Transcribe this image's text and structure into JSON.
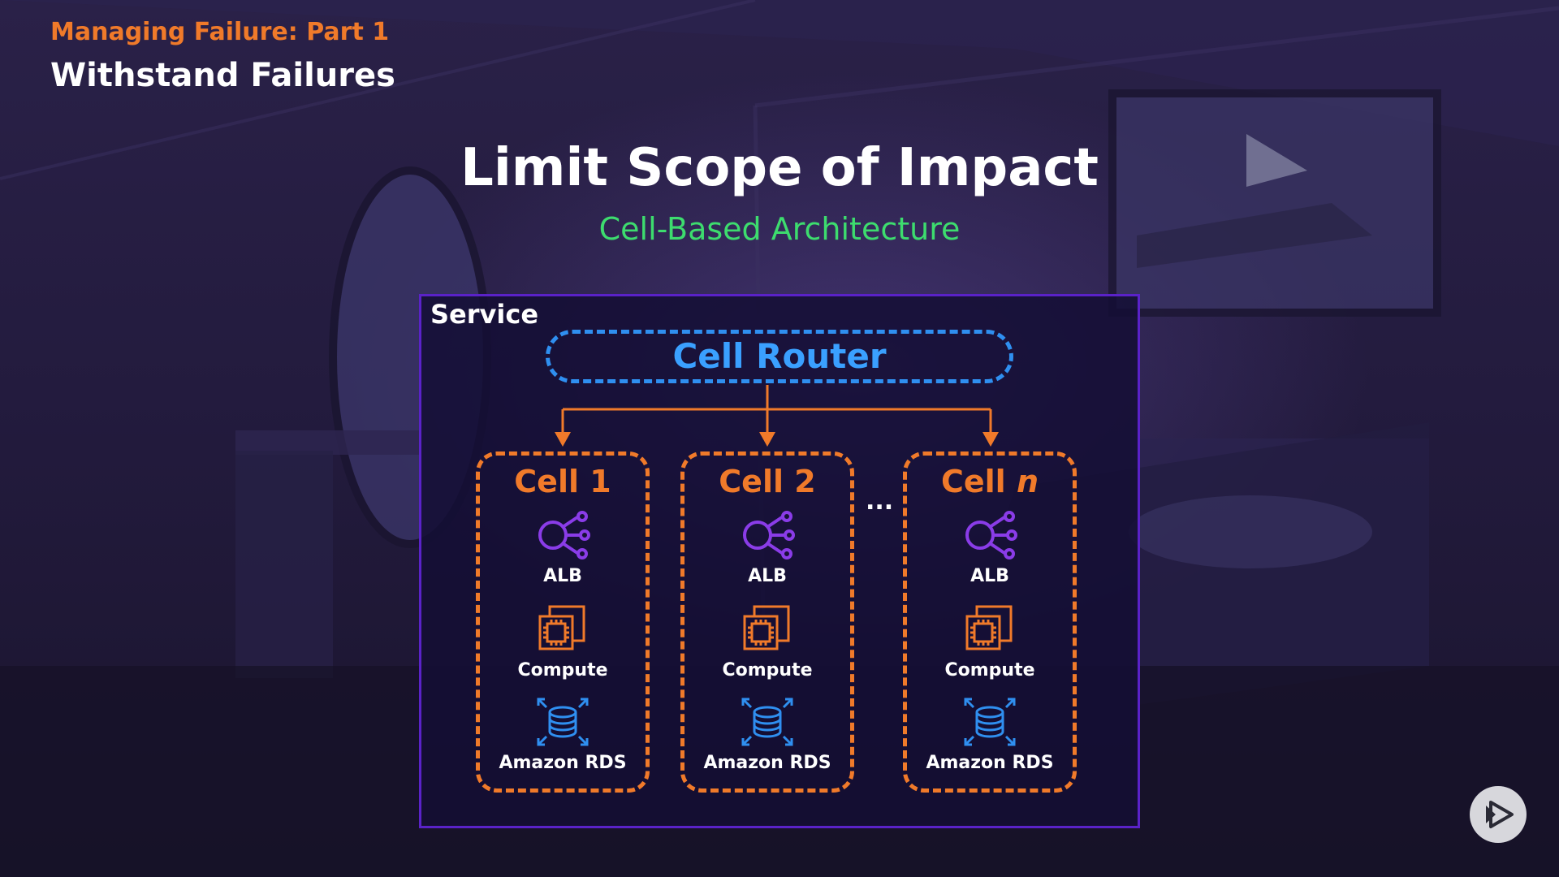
{
  "header": {
    "course_part": "Managing Failure: Part 1",
    "module_title": "Withstand Failures"
  },
  "slide": {
    "title": "Limit Scope of Impact",
    "subtitle": "Cell-Based Architecture"
  },
  "diagram": {
    "container_label": "Service",
    "router_label": "Cell Router",
    "ellipsis": "...",
    "cells": [
      {
        "name": "Cell 1",
        "name_prefix": "Cell ",
        "name_suffix": "1",
        "lb": "ALB",
        "compute": "Compute",
        "db": "Amazon RDS"
      },
      {
        "name": "Cell 2",
        "name_prefix": "Cell ",
        "name_suffix": "2",
        "lb": "ALB",
        "compute": "Compute",
        "db": "Amazon RDS"
      },
      {
        "name": "Cell n",
        "name_prefix": "Cell ",
        "name_suffix": "n",
        "lb": "ALB",
        "compute": "Compute",
        "db": "Amazon RDS"
      }
    ]
  },
  "colors": {
    "accent_orange": "#f07a2a",
    "router_blue": "#3aa0ff",
    "subtitle_green": "#3ddc6e",
    "service_border_purple": "#5a22c8",
    "alb_purple": "#8a3ce8",
    "rds_blue": "#2f8ff0"
  },
  "icons": {
    "alb": "load-balancer-icon",
    "compute": "compute-chip-icon",
    "db": "database-icon",
    "player": "play-icon"
  }
}
